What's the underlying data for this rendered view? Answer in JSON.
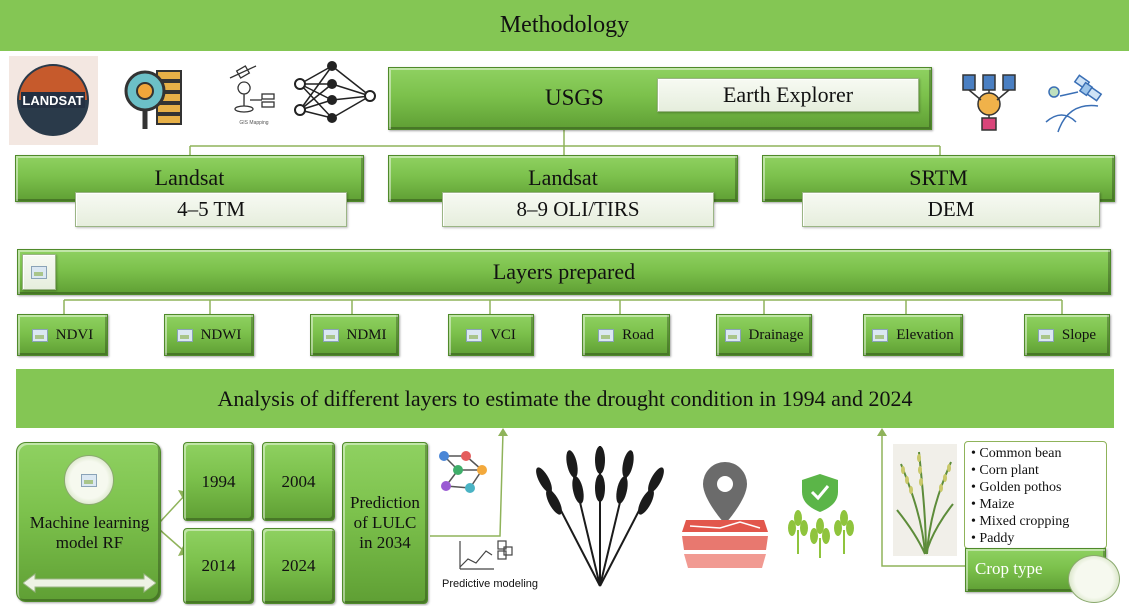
{
  "header": {
    "title": "Methodology"
  },
  "source": {
    "usgs": "USGS",
    "explorer": "Earth Explorer"
  },
  "satellites": [
    {
      "name": "Landsat",
      "sensor": "4–5 TM"
    },
    {
      "name": "Landsat",
      "sensor": "8–9 OLI/TIRS"
    },
    {
      "name": "SRTM",
      "sensor": "DEM"
    }
  ],
  "layers_title": "Layers prepared",
  "layers": [
    "NDVI",
    "NDWI",
    "NDMI",
    "VCI",
    "Road",
    "Drainage",
    "Elevation",
    "Slope"
  ],
  "analysis": "Analysis of different layers to estimate the drought condition in 1994 and 2024",
  "ml": {
    "label": "Machine learning model RF"
  },
  "years": [
    "1994",
    "2004",
    "2014",
    "2024"
  ],
  "prediction": "Prediction of LULC in 2034",
  "predictive_label": "Predictive modeling",
  "crops": [
    "Common bean",
    "Corn plant",
    "Golden pothos",
    "Maize",
    "Mixed cropping",
    "Paddy"
  ],
  "crop_type": "Crop type",
  "logo_text": "LANDSAT",
  "icon_caption": "GIS Mapping",
  "colors": {
    "green": "#7cc14c",
    "dark_green": "#4f8a2a",
    "olive": "#8fb35a"
  }
}
